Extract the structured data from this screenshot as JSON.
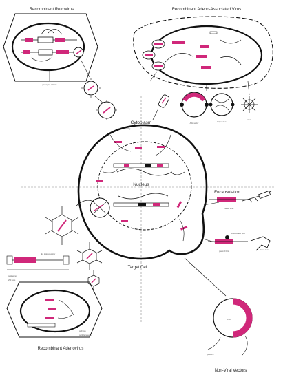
{
  "labels": {
    "retrovirus": "Recombinant Retrovirus",
    "aav": "Recombinant Adeno-Associated Virus",
    "cytoplasm": "Cytoplasm",
    "nucleus": "Nucleus",
    "target_cell": "Target Cell",
    "adenovirus": "Recombinant Adenovirus",
    "non_viral": "Non-Viral Vectors",
    "encapsulation": "Encapsulation"
  },
  "colors": {
    "accent": "#d0287a",
    "line": "#111111"
  }
}
